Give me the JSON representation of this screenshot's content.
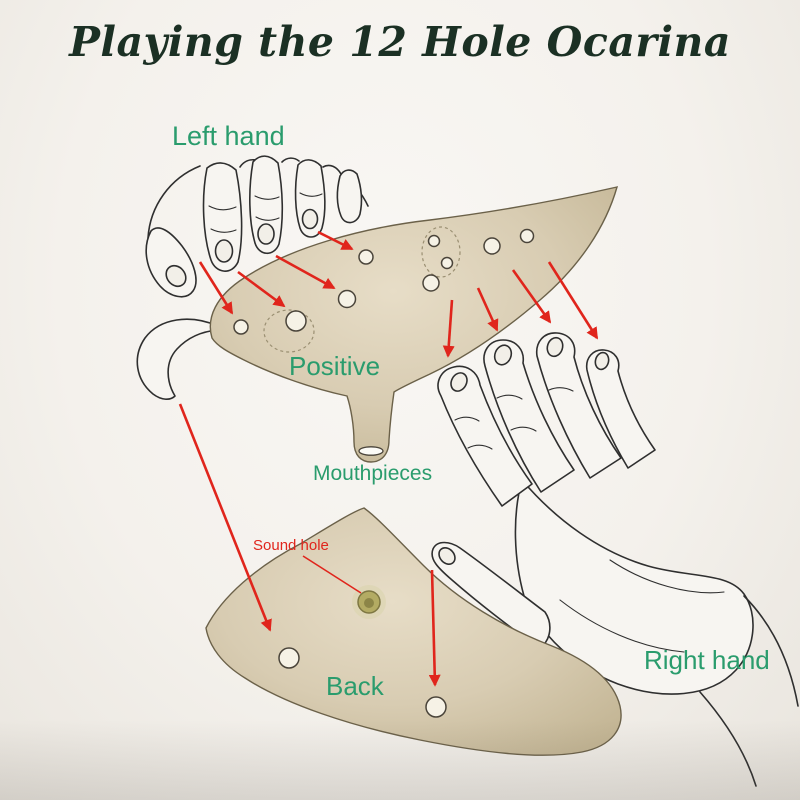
{
  "page": {
    "title": "Playing the 12 Hole Ocarina"
  },
  "labels": {
    "left_hand": "Left hand",
    "positive": "Positive",
    "mouthpieces": "Mouthpieces",
    "sound_hole": "Sound hole",
    "back": "Back",
    "right_hand": "Right hand"
  },
  "colors": {
    "title_text": "#1b3024",
    "label_green": "#2a9c6d",
    "annotation_red": "#e0251c",
    "ocarina_body": "#d8ccb2",
    "ocarina_outline": "#6b6149",
    "line_ink": "#2f2f2f",
    "sound_hole_fill": "#b3ab63",
    "paper_background": "#f4f1ec"
  },
  "diagram": {
    "instrument": "12 Hole Ocarina",
    "front_view_label": "Positive",
    "back_view_label": "Back",
    "front_visible_holes": 9,
    "back_visible_holes": 2
  }
}
